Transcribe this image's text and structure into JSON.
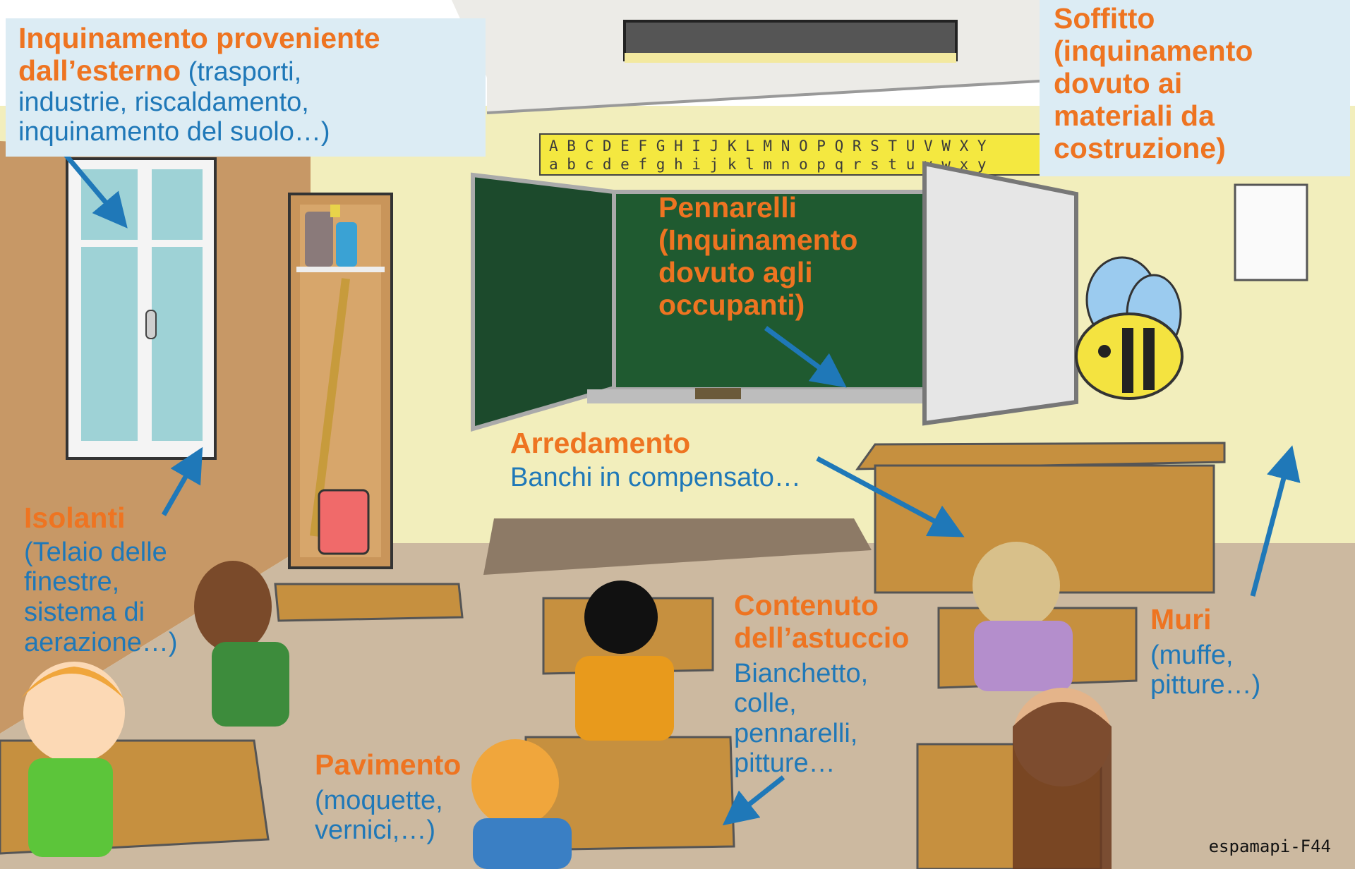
{
  "labels": {
    "outdoor": {
      "title_1": "Inquinamento proveniente",
      "title_2": "dall’esterno",
      "detail_1": " (trasporti,",
      "detail_2": "industrie, riscaldamento,",
      "detail_3": "inquinamento del suolo…)"
    },
    "ceiling": {
      "line_1": "Soffitto",
      "line_2": "(inquinamento",
      "line_3": "dovuto ai",
      "line_4": "materiali da",
      "line_5": "costruzione)"
    },
    "markers": {
      "line_1": "Pennarelli",
      "line_2": "(Inquinamento",
      "line_3": "dovuto agli",
      "line_4": "occupanti)"
    },
    "furniture": {
      "title": "Arredamento",
      "detail": "Banchi in compensato…"
    },
    "insulation": {
      "title": "Isolanti",
      "detail_1": "(Telaio delle",
      "detail_2": "finestre,",
      "detail_3": "sistema di",
      "detail_4": "aerazione…)"
    },
    "pencil_case": {
      "title_1": "Contenuto",
      "title_2": "dell’astuccio",
      "detail_1": "Bianchetto,",
      "detail_2": "colle,",
      "detail_3": "pennarelli,",
      "detail_4": "pitture…"
    },
    "walls": {
      "title": "Muri",
      "detail_1": "(muffe,",
      "detail_2": "pitture…)"
    },
    "floor": {
      "title": "Pavimento",
      "detail_1": "(moquette,",
      "detail_2": "vernici,…)"
    }
  },
  "alphabet": {
    "upper": "A B C D E F G H I J K L M N O P Q R S T U V W X Y",
    "lower": "a b c d e f g h i j k l m n o p q r s t u v w x y"
  },
  "watermark": "espamapi-F44",
  "colors": {
    "title": "#ee7421",
    "detail": "#1f78b8",
    "label_box": "#dcecf4",
    "wall": "#f2eebc",
    "floor": "#ccb9a0",
    "blackboard": "#1f5a30",
    "desk": "#c6903f",
    "arrow": "#1f78b8"
  }
}
